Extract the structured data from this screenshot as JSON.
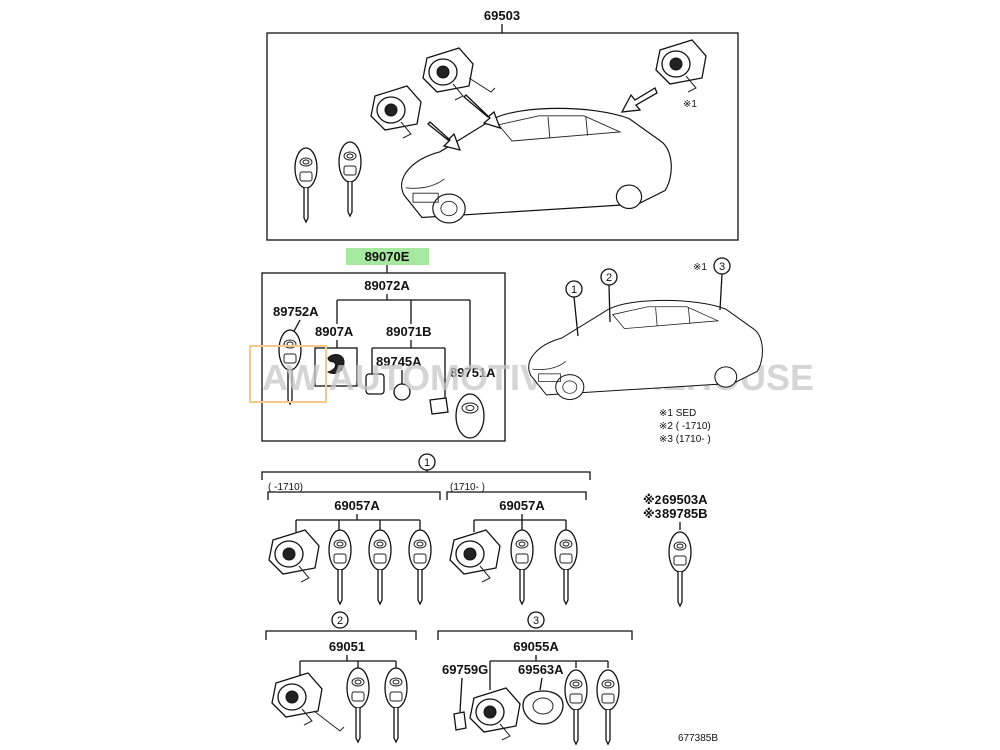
{
  "labels": {
    "assy_top": "69503",
    "highlighted": "89070E",
    "transmitter_set": "89072A",
    "case": "89752A",
    "key_plate": "8907A",
    "transponder": "89071B",
    "battery": "89745A",
    "key_blank": "89751A",
    "cyl_set_a": "69057A",
    "cyl_set_b": "69057A",
    "cyl_set_2": "69051",
    "cyl_set_3": "69055A",
    "ign_sub": "69759G",
    "ign_ring": "69563A",
    "alt_1": "69503A",
    "alt_2": "89785B"
  },
  "markers": {
    "c1": "1",
    "c2": "2",
    "c3": "3",
    "note_mark": "※1",
    "alt1_mark": "※2",
    "alt2_mark": "※3"
  },
  "notes": {
    "n1": "※1 SED",
    "n2": "※2 (      -1710)",
    "n3": "※3 (1710-      )"
  },
  "ranges": {
    "r1": "(     -1710)",
    "r2": "(1710-      )"
  },
  "watermark": "AW  AUTOMOTIVE WAREHOUSE",
  "figure_id": "677385B",
  "colors": {
    "highlight": "#a6e8a0",
    "watermark": "#c8c8c8",
    "watermark_box": "#f4c98a"
  }
}
